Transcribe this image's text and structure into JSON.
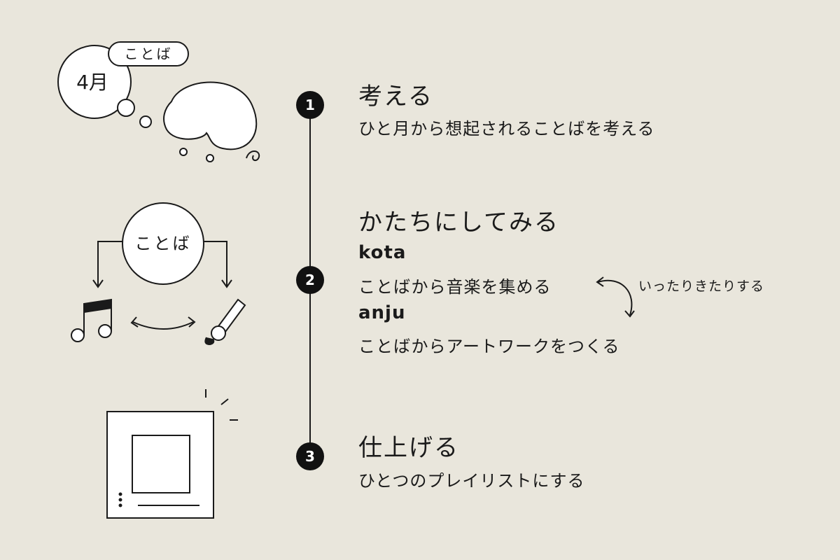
{
  "illustrations": {
    "month_label": "4月",
    "kotoba_pill": "ことば",
    "kotoba_circle": "ことば"
  },
  "steps": [
    {
      "number": "1",
      "title": "考える",
      "description": "ひと月から想起されることばを考える"
    },
    {
      "number": "2",
      "title": "かたちにしてみる",
      "people": [
        {
          "name": "kota",
          "description": "ことばから音楽を集める"
        },
        {
          "name": "anju",
          "description": "ことばからアートワークをつくる"
        }
      ],
      "note": "いったりきたりする"
    },
    {
      "number": "3",
      "title": "仕上げる",
      "description": "ひとつのプレイリストにする"
    }
  ]
}
